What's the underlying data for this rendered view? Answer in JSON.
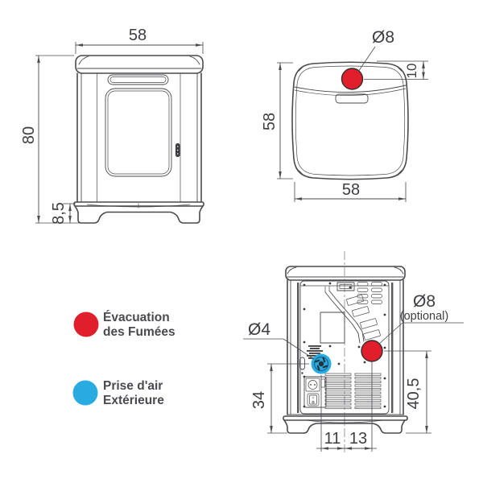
{
  "diagram": {
    "css_vars": {
      "line": "#4a4a4e",
      "dark": "#3c3c3f",
      "dim_text": "#3e3e42",
      "legend_text": "#4b4950",
      "red": "#e11e2b",
      "blue": "#29abe2"
    },
    "views": {
      "front": {
        "width_dim": "58",
        "height_dim": "80",
        "base_height_dim": "8,5"
      },
      "top": {
        "outlet_label": "Ø8",
        "outlet_offset_dim": "10",
        "depth_dim": "58",
        "width_dim": "58"
      },
      "back": {
        "air_intake_label": "Ø4",
        "optional_outlet_label": "Ø8",
        "optional_outlet_note": "(optional)",
        "air_intake_height_dim": "34",
        "outlet_height_dim": "40,5",
        "air_intake_offset_dim": "11",
        "outlet_offset_dim": "13"
      }
    },
    "legend": {
      "smoke": {
        "color": "#e11e2b",
        "label_line1": "Évacuation",
        "label_line2": "des Fumées"
      },
      "air": {
        "color": "#29abe2",
        "label_line1": "Prise d'air",
        "label_line2": "Extérieure"
      }
    }
  }
}
